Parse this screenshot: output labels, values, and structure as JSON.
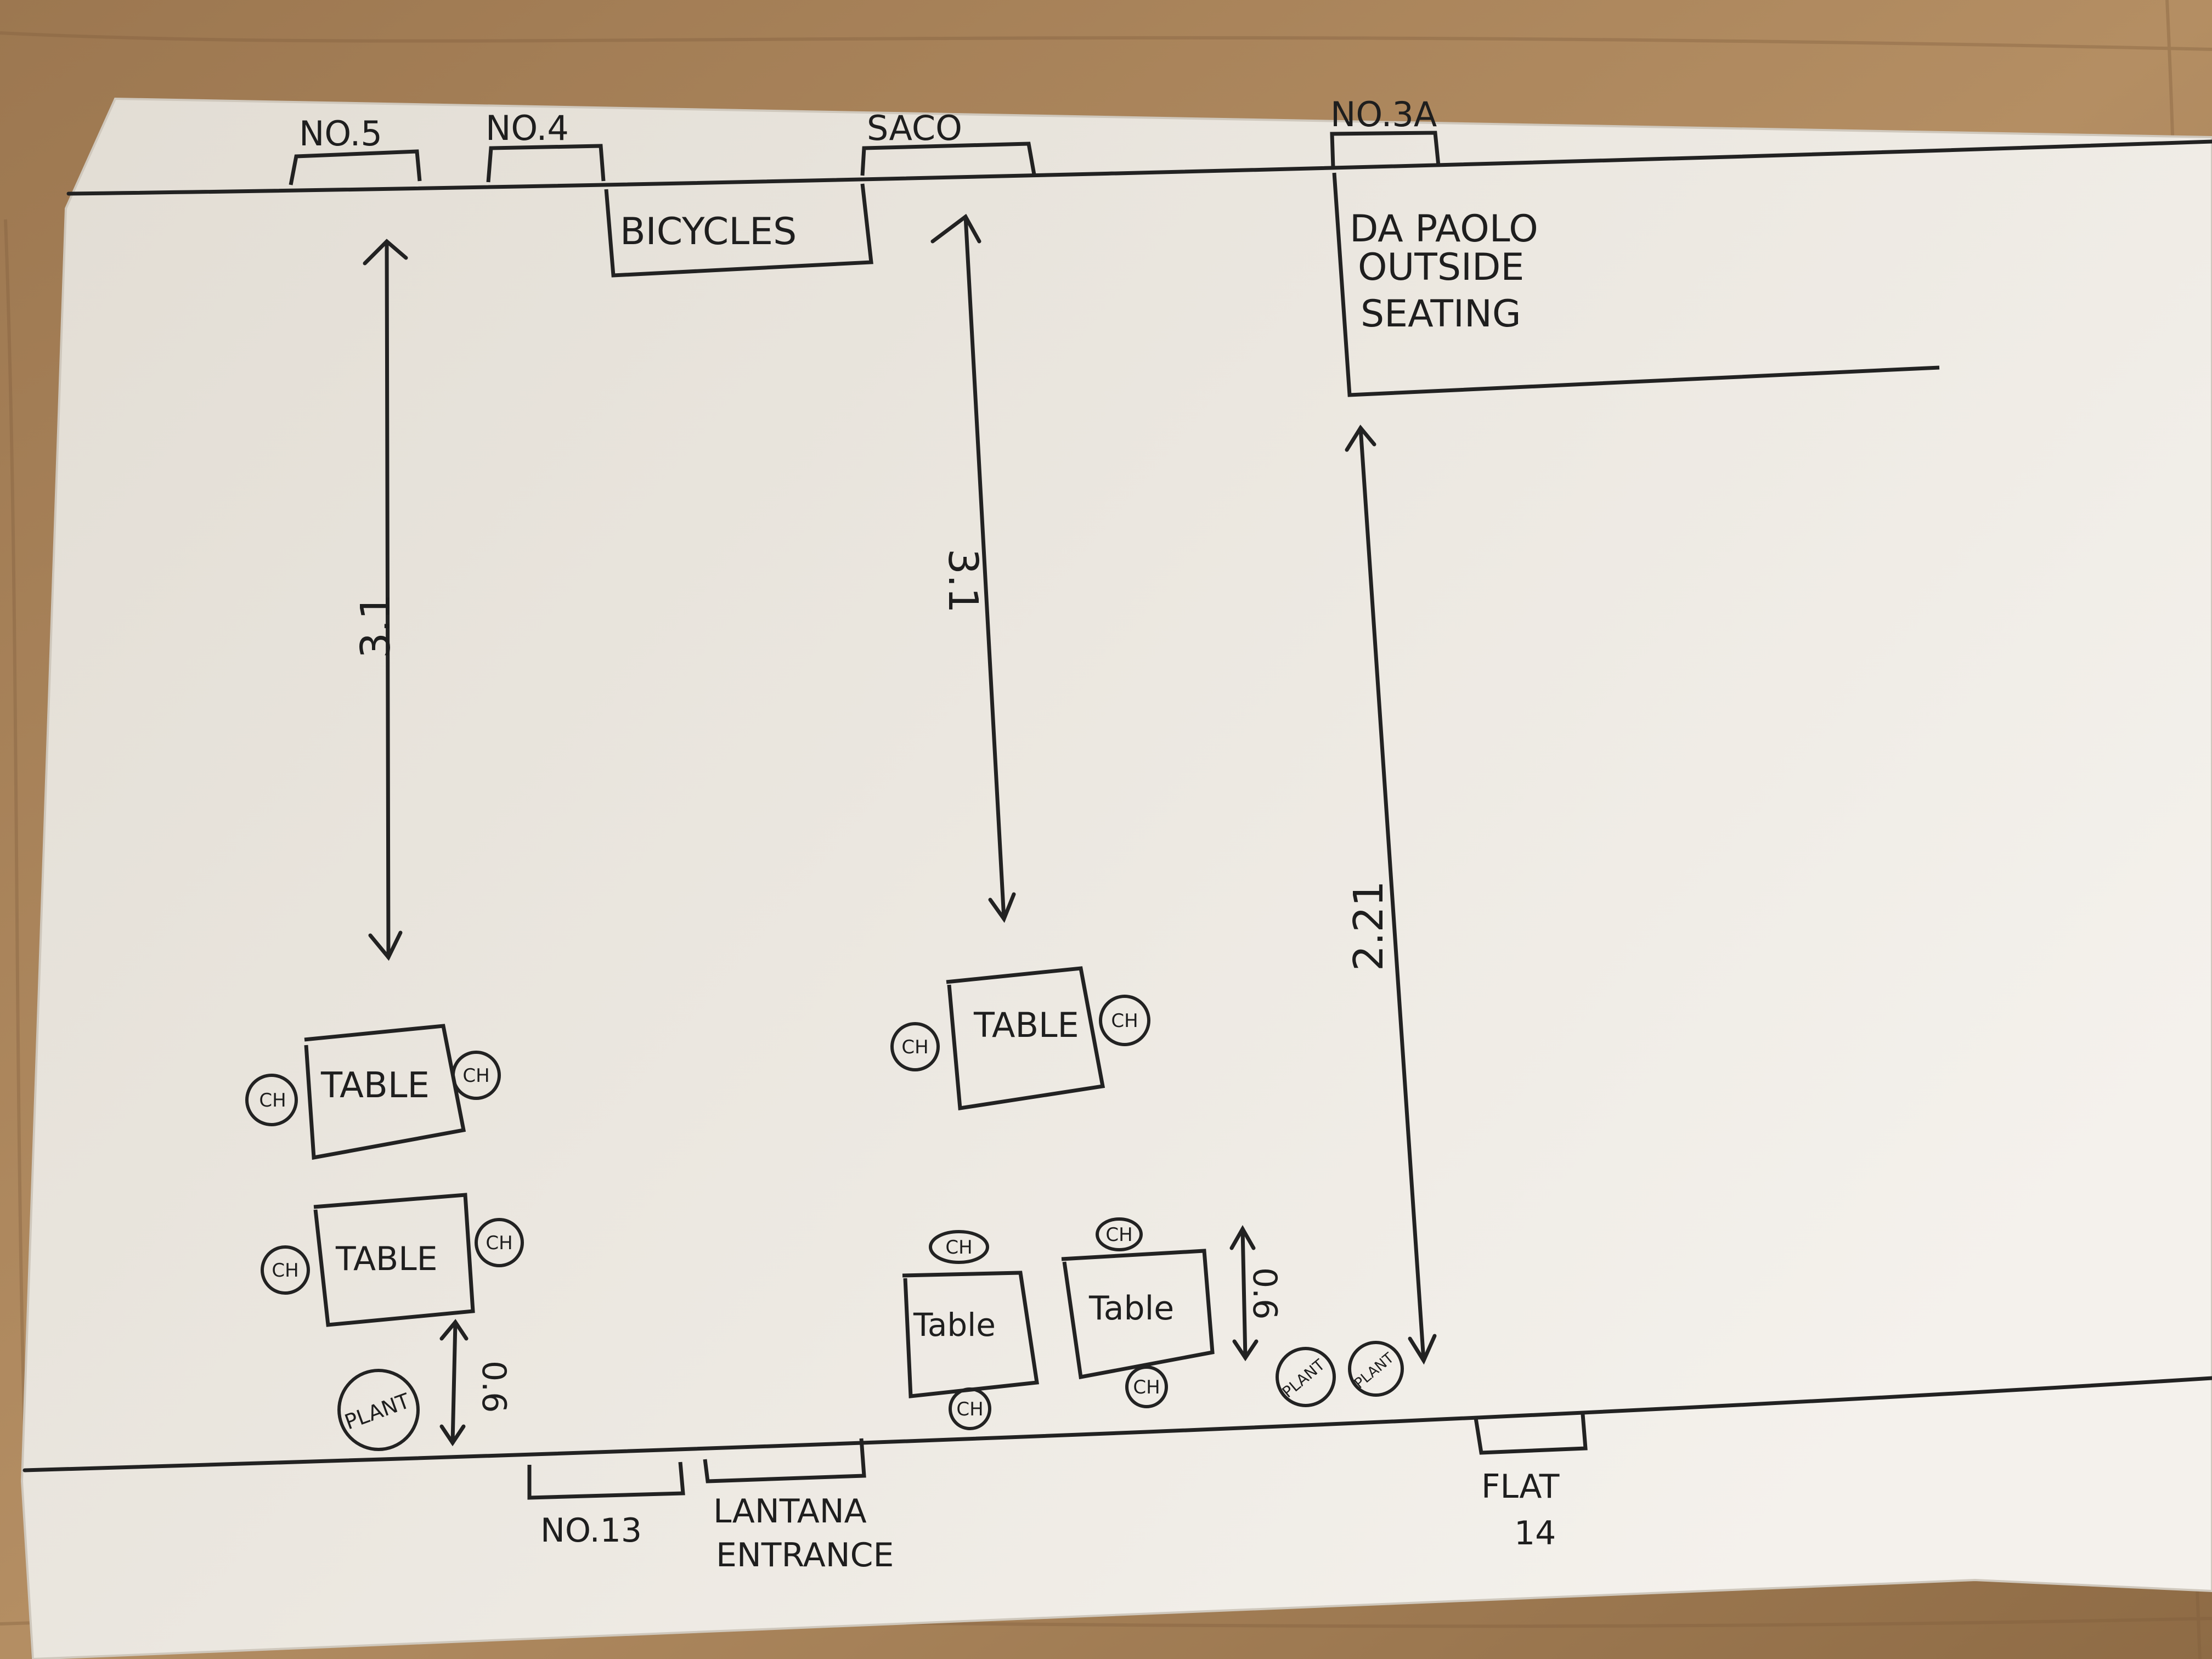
{
  "doorways_top": [
    {
      "id": "no5",
      "label": "NO.5"
    },
    {
      "id": "no4",
      "label": "NO.4"
    },
    {
      "id": "saco",
      "label": "SACO"
    },
    {
      "id": "no3a",
      "label": "NO.3A"
    }
  ],
  "doorways_bottom": [
    {
      "id": "no13",
      "label": "NO.13"
    },
    {
      "id": "lantana",
      "label": "LANTANA",
      "label2": "ENTRANCE"
    },
    {
      "id": "flat14",
      "label": "FLAT",
      "label2": "14"
    }
  ],
  "bicycles": {
    "label": "BICYCLES"
  },
  "outside_seating": {
    "line1": "DA PAOLO",
    "line2": "OUTSIDE",
    "line3": "SEATING"
  },
  "dimensions": {
    "left_span": "3.1",
    "middle_span": "3.1",
    "right_span": "2.21",
    "left_gap": "0.6",
    "right_gap": "0.6"
  },
  "tables": [
    {
      "id": "t1",
      "label": "TABLE",
      "chair_left": "CH",
      "chair_right": "CH"
    },
    {
      "id": "t2",
      "label": "TABLE",
      "chair_left": "CH",
      "chair_right": "CH"
    },
    {
      "id": "t3",
      "label": "TABLE",
      "chair_left": "CH",
      "chair_right": "CH"
    },
    {
      "id": "t4",
      "label": "Table",
      "chair_top": "CH",
      "chair_bottom": "CH"
    },
    {
      "id": "t5",
      "label": "Table",
      "chair_top": "CH",
      "chair_bottom": "CH"
    }
  ],
  "plants": [
    {
      "id": "p1",
      "label": "PLANT"
    },
    {
      "id": "p2",
      "label": "PLANT"
    },
    {
      "id": "p3",
      "label": "PLANT"
    }
  ]
}
